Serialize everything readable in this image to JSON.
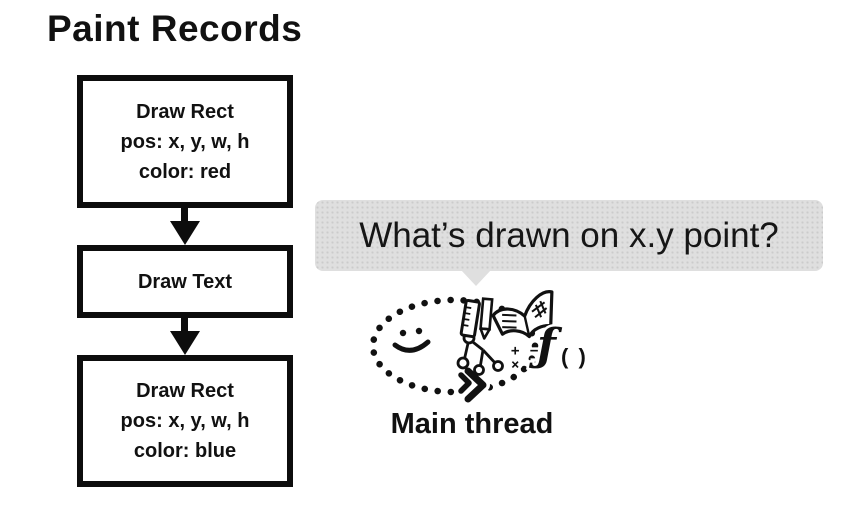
{
  "title": "Paint Records",
  "flow": {
    "boxes": [
      {
        "lines": [
          "Draw Rect",
          "pos: x, y, w, h",
          "color: red"
        ]
      },
      {
        "lines": [
          "Draw Text"
        ]
      },
      {
        "lines": [
          "Draw Rect",
          "pos: x, y, w, h",
          "color: blue"
        ]
      }
    ]
  },
  "bubble": {
    "text": "What’s drawn on x.y point?"
  },
  "illustration": {
    "label": "Main thread",
    "math_row1": "+ −",
    "math_row2": "× ÷",
    "function_f": "ƒ",
    "function_parens": "( )"
  },
  "colors": {
    "ink": "#111111",
    "bubble_bg": "#dfdfdf",
    "background": "#ffffff"
  }
}
